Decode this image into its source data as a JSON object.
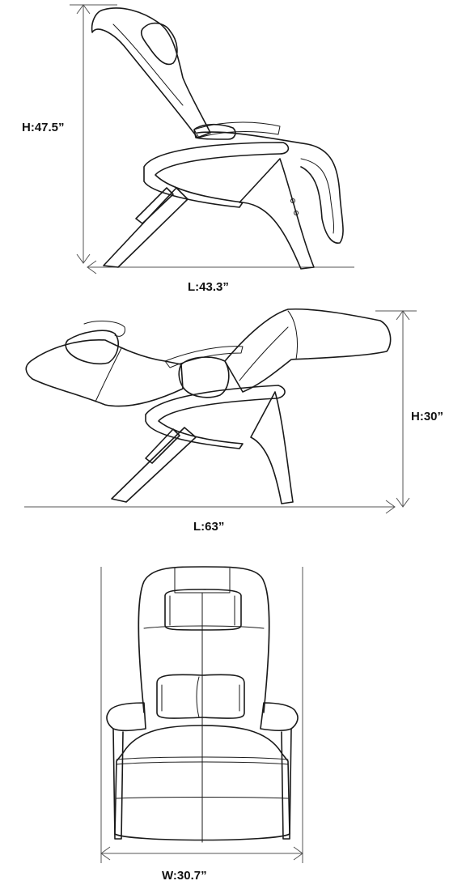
{
  "views": [
    {
      "name": "side-upright",
      "dimensions": {
        "height": "H:47.5”",
        "length": "L:43.3”"
      }
    },
    {
      "name": "side-reclined",
      "dimensions": {
        "height": "H:30”",
        "length": "L:63”"
      }
    },
    {
      "name": "front",
      "dimensions": {
        "width": "W:30.7”"
      }
    }
  ]
}
